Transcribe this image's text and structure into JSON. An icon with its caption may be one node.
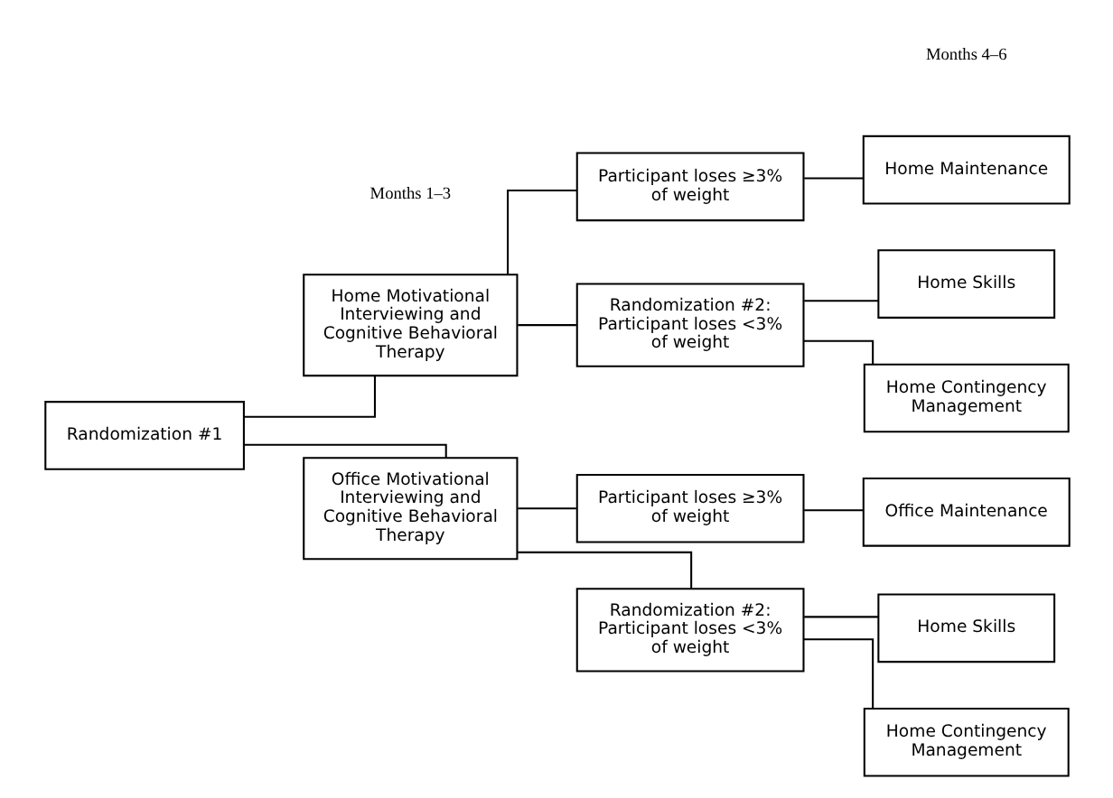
{
  "diagram": {
    "nodes": [
      {
        "text": [
          "Randomization #1"
        ]
      },
      {
        "text": [
          "Home Motivational Interviewing and Cognitive Behavioral Therapy"
        ]
      },
      {
        "text": [
          "Office Motivational Interviewing and Cognitive Behavioral Therapy"
        ]
      },
      {
        "text": [
          "Participant loses ≥3% of weight"
        ]
      },
      {
        "text": [
          "Randomization #2: Participant loses <3% of weight"
        ]
      },
      {
        "text": [
          "Participant loses ≥3% of weight"
        ]
      },
      {
        "text": [
          "Randomization #2: Participant loses <3% of weight"
        ]
      },
      {
        "text": [
          "Home Maintenance"
        ]
      },
      {
        "text": [
          "Home Skills"
        ]
      },
      {
        "text": [
          "Home Contingency Management"
        ]
      },
      {
        "text": [
          "Office Maintenance"
        ]
      },
      {
        "text": [
          "Home Skills"
        ]
      },
      {
        "text": [
          "Home Contingency Management"
        ]
      }
    ],
    "edges": [
      {
        "from": 0,
        "to": 1,
        "arrow": "none"
      },
      {
        "from": 0,
        "to": 2,
        "arrow": "none"
      },
      {
        "from": 1,
        "to": 3,
        "arrow": "none"
      },
      {
        "from": 1,
        "to": 4,
        "arrow": "none"
      },
      {
        "from": 2,
        "to": 5,
        "arrow": "none"
      },
      {
        "from": 2,
        "to": 6,
        "arrow": "none"
      },
      {
        "from": 3,
        "to": 7,
        "arrow": "none"
      },
      {
        "from": 4,
        "to": 8,
        "arrow": "none"
      },
      {
        "from": 4,
        "to": 9,
        "arrow": "none"
      },
      {
        "from": 5,
        "to": 10,
        "arrow": "none"
      },
      {
        "from": 6,
        "to": 11,
        "arrow": "none"
      },
      {
        "from": 6,
        "to": 12,
        "arrow": "none"
      }
    ],
    "labels": [
      "Months 1–3",
      "Months 4–6"
    ]
  }
}
